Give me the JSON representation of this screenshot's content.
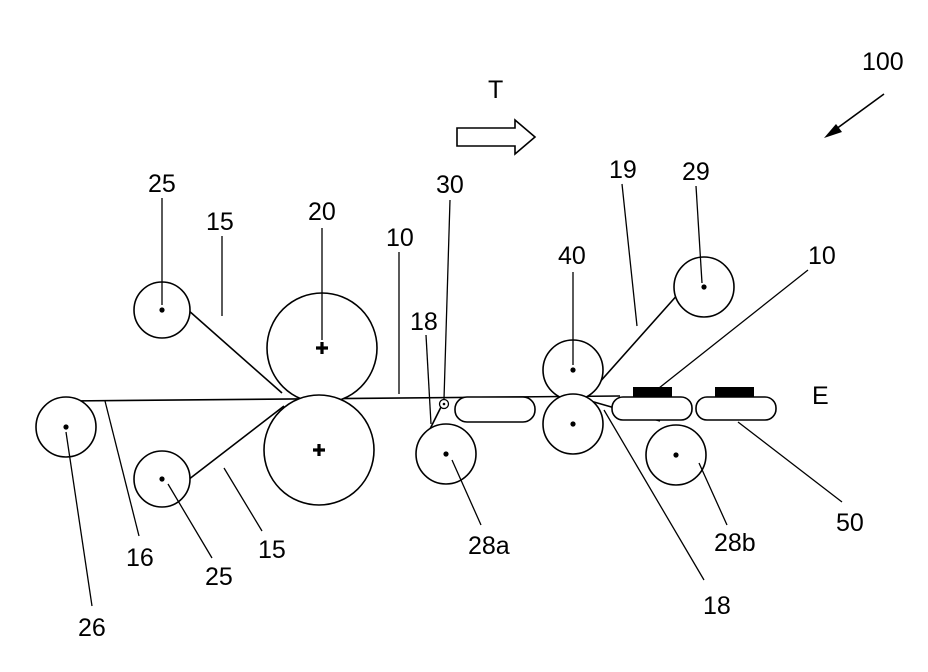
{
  "figure": {
    "labels": {
      "ref_100": "100",
      "direction_t": "T",
      "edge_e": "E",
      "roll_25_upper": "25",
      "roll_25_lower": "25",
      "film_15_upper": "15",
      "film_15_lower": "15",
      "roll_20": "20",
      "web_10_left": "10",
      "web_10_right": "10",
      "guide_30": "30",
      "strip_18_left": "18",
      "strip_18_right": "18",
      "roll_40": "40",
      "film_19": "19",
      "roll_29": "29",
      "roll_26": "26",
      "film_16": "16",
      "roll_28a": "28a",
      "roll_28b": "28b",
      "support_50": "50"
    }
  }
}
